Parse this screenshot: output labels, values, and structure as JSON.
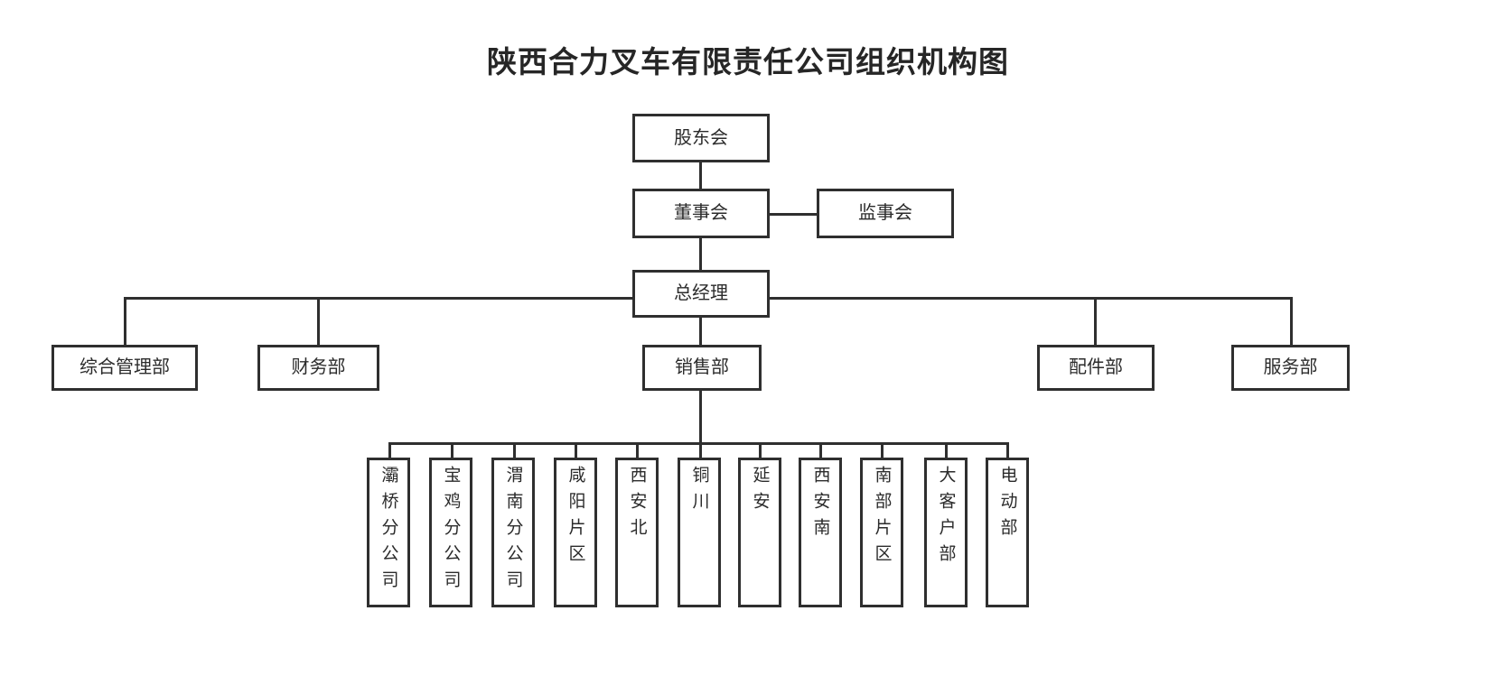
{
  "document": {
    "title": "陕西合力叉车有限责任公司组织机构图",
    "type": "organization-chart",
    "company": "陕西合力叉车有限责任公司",
    "background_color": "#ffffff",
    "line_color": "#2f2f2f",
    "text_color": "#2b2b2b"
  },
  "chart_data": {
    "type": "diagram",
    "title": "陕西合力叉车有限责任公司组织机构图",
    "levels": 5,
    "node_count": 19
  },
  "nodes": {
    "shareholders": {
      "label": "股东会",
      "level": 1
    },
    "board": {
      "label": "董事会",
      "level": 2
    },
    "supervisors": {
      "label": "监事会",
      "level": 2
    },
    "general_manager": {
      "label": "总经理",
      "level": 3
    }
  },
  "departments": [
    {
      "id": "admin",
      "label": "综合管理部"
    },
    {
      "id": "finance",
      "label": "财务部"
    },
    {
      "id": "sales",
      "label": "销售部"
    },
    {
      "id": "parts",
      "label": "配件部"
    },
    {
      "id": "service",
      "label": "服务部"
    }
  ],
  "sales_units": [
    {
      "id": "baqiao",
      "label": "灞桥分公司"
    },
    {
      "id": "baoji",
      "label": "宝鸡分公司"
    },
    {
      "id": "weinan",
      "label": "渭南分公司"
    },
    {
      "id": "xianyang",
      "label": "咸阳片区"
    },
    {
      "id": "xian-north",
      "label": "西安北"
    },
    {
      "id": "tongchuan",
      "label": "铜川"
    },
    {
      "id": "yanan",
      "label": "延安"
    },
    {
      "id": "xian-south",
      "label": "西安南"
    },
    {
      "id": "south-zone",
      "label": "南部片区"
    },
    {
      "id": "key-account",
      "label": "大客户部"
    },
    {
      "id": "electric",
      "label": "电动部"
    }
  ]
}
